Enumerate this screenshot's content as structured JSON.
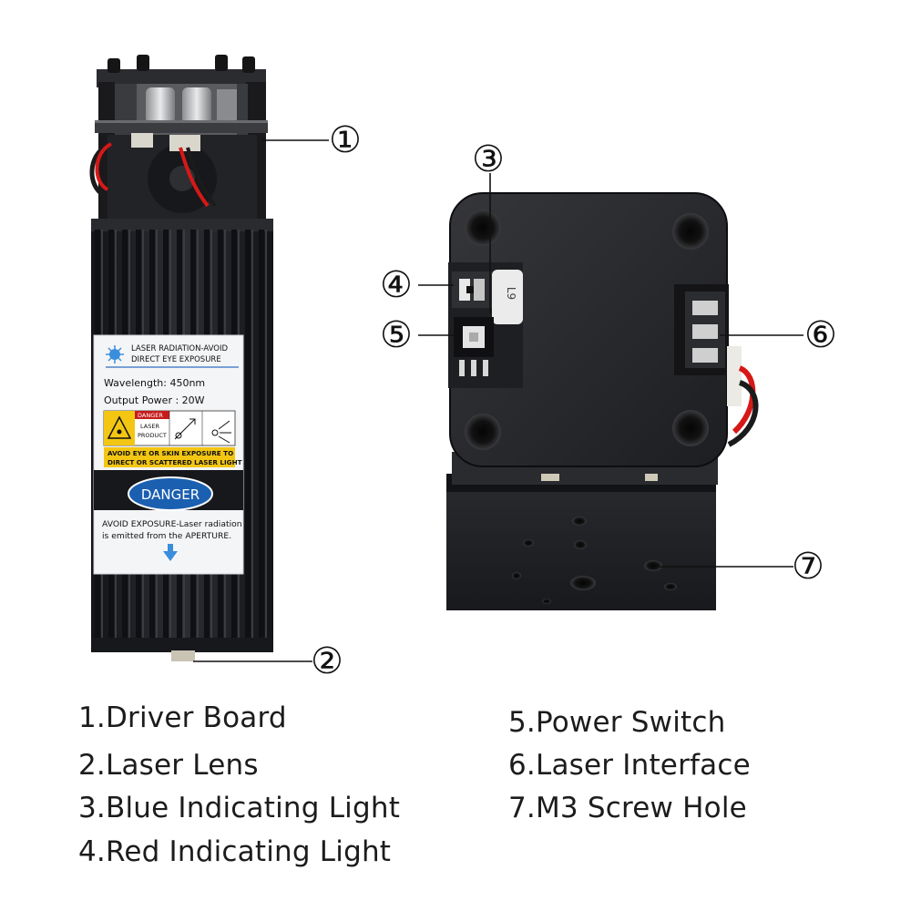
{
  "label": {
    "line1": "LASER RADIATION-AVOID",
    "line2": "DIRECT EYE EXPOSURE",
    "wavelength": "Wavelength: 450nm",
    "power": "Output Power : 20W",
    "danger_tag": "DANGER",
    "product_line1": "LASER",
    "product_line2": "PRODUCT",
    "warn_line1": "AVOID EYE OR SKIN EXPOSURE TO",
    "warn_line2": "DIRECT OR SCATTERED LASER LIGHT",
    "danger_pill": "DANGER",
    "aperture_line1": "AVOID EXPOSURE-Laser radiation",
    "aperture_line2": "is emitted from the APERTURE."
  },
  "callouts": {
    "c1": "①",
    "c2": "②",
    "c3": "③",
    "c4": "④",
    "c5": "⑤",
    "c6": "⑥",
    "c7": "⑦"
  },
  "board_marking": "L9",
  "legend": {
    "item1": "1.Driver Board",
    "item2": "2.Laser Lens",
    "item3": "3.Blue Indicating Light",
    "item4": "4.Red Indicating Light",
    "item5": "5.Power Switch",
    "item6": "6.Laser Interface",
    "item7": "7.M3 Screw Hole"
  },
  "colors": {
    "housing": "#1e1f22",
    "fin_dark": "#101114",
    "fin_light": "#34363b",
    "danger_blue": "#1b5fb0",
    "warning_yellow": "#f3c613",
    "wire_red": "#d61818"
  }
}
